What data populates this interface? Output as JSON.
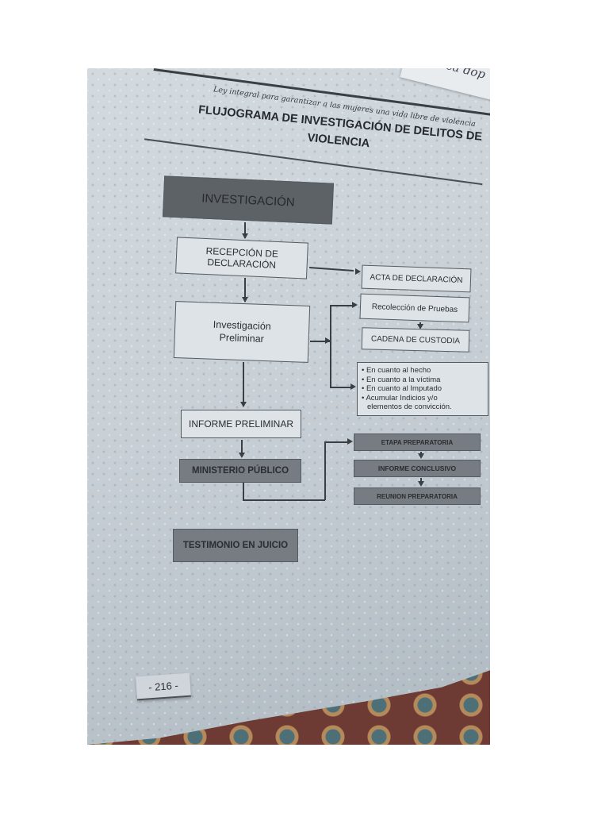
{
  "header": {
    "running_title": "Ley integral para garantizar a las mujeres una vida libre de violencia",
    "note_scribble": "PU ca dop"
  },
  "title": "FLUJOGRAMA DE INVESTIGACIÓN DE DELITOS DE VIOLENCIA",
  "flow": {
    "investigacion": "INVESTIGACIÓN",
    "recepcion": "RECEPCIÓN DE DECLARACIÓN",
    "investigacion_preliminar": "Investigación Preliminar",
    "informe_preliminar": "INFORME PRELIMINAR",
    "ministerio_publico": "MINISTERIO PÚBLICO",
    "testimonio": "TESTIMONIO EN JUICIO"
  },
  "side": {
    "acta": "ACTA DE DECLARACIÓN",
    "recoleccion": "Recolección de Pruebas",
    "cadena": "CADENA DE CUSTODIA",
    "criterios": [
      "• En cuanto al hecho",
      "• En cuanto a la víctima",
      "• En cuanto al Imputado",
      "• Acumular Indicios y/o",
      "elementos de convicción."
    ],
    "etapa": "ETAPA PREPARATORIA",
    "informe_conclusivo": "INFORME CONCLUSIVO",
    "reunion": "REUNION PREPARATORIA"
  },
  "page_number": "- 216 -"
}
